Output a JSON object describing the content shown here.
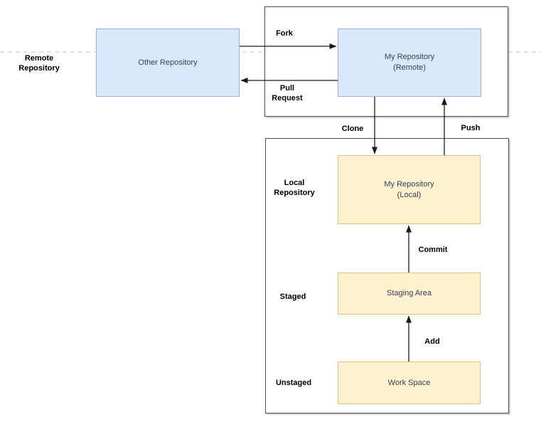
{
  "diagram": {
    "type": "flow-diagram",
    "subject": "Git repository workflow",
    "lanes": {
      "remote_repository_label": "Remote\nRepository",
      "local_repository_label": "Local\nRepository",
      "staged_label": "Staged",
      "unstaged_label": "Unstaged"
    },
    "nodes": {
      "other_repository": {
        "label": "Other Repository",
        "fill": "#dae8fc",
        "border": "#9bb1d4"
      },
      "my_repository_remote": {
        "label": "My Repository\n(Remote)",
        "fill": "#dae8fc",
        "border": "#9bb1d4"
      },
      "my_repository_local": {
        "label": "My Repository\n(Local)",
        "fill": "#fdf1ce",
        "border": "#dcc47d"
      },
      "staging_area": {
        "label": "Staging Area",
        "fill": "#fdf1ce",
        "border": "#dcc47d"
      },
      "work_space": {
        "label": "Work Space",
        "fill": "#fdf1ce",
        "border": "#dcc47d"
      }
    },
    "edges": {
      "fork": {
        "label": "Fork",
        "from": "other_repository",
        "to": "my_repository_remote"
      },
      "pull_request": {
        "label": "Pull\nRequest",
        "from": "my_repository_remote",
        "to": "other_repository"
      },
      "clone": {
        "label": "Clone",
        "from": "my_repository_remote",
        "to": "my_repository_local"
      },
      "push": {
        "label": "Push",
        "from": "my_repository_local",
        "to": "my_repository_remote"
      },
      "commit": {
        "label": "Commit",
        "from": "staging_area",
        "to": "my_repository_local"
      },
      "add": {
        "label": "Add",
        "from": "work_space",
        "to": "staging_area"
      }
    },
    "colors": {
      "container_border": "#4d4d4d",
      "arrow": "#1a1a1a",
      "dashed_divider": "#d9d9d9",
      "label_text": "#000000",
      "node_text": "#36405a",
      "canvas": "#ffffff"
    }
  }
}
